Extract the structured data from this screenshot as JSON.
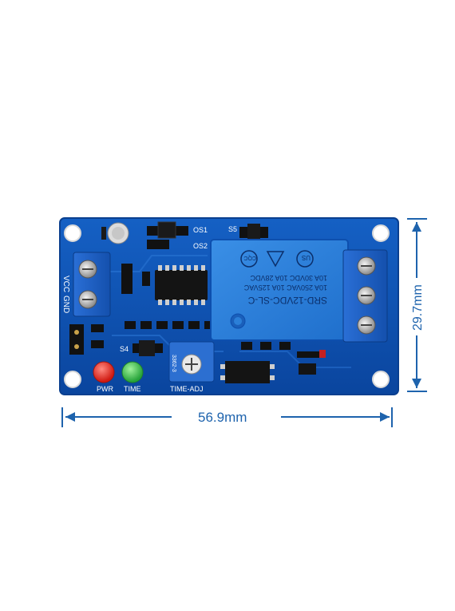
{
  "dimensions": {
    "width_label": "56.9mm",
    "height_label": "29.7mm",
    "color": "#1e63ad"
  },
  "board": {
    "color": "#0d4fb3",
    "labels": {
      "os1": "OS1",
      "os2": "OS2",
      "s5": "S5",
      "s4": "S4",
      "pwr": "PWR",
      "time": "TIME",
      "time_adj": "TIME-ADJ",
      "pot_code": "3362-3",
      "vcc": "VCC",
      "gnd": "GND"
    },
    "relay": {
      "color": "#2b7fd8",
      "line1": "SRD-12VDC-SL-C",
      "line2": "10A 250VAC 10A 125VAC",
      "line3": "10A 30VDC 10A 28VDC",
      "mark_ul": "US",
      "mark_cqc": "CQC"
    },
    "leds": {
      "pwr_color": "#e0241b",
      "time_color": "#35b843"
    }
  }
}
